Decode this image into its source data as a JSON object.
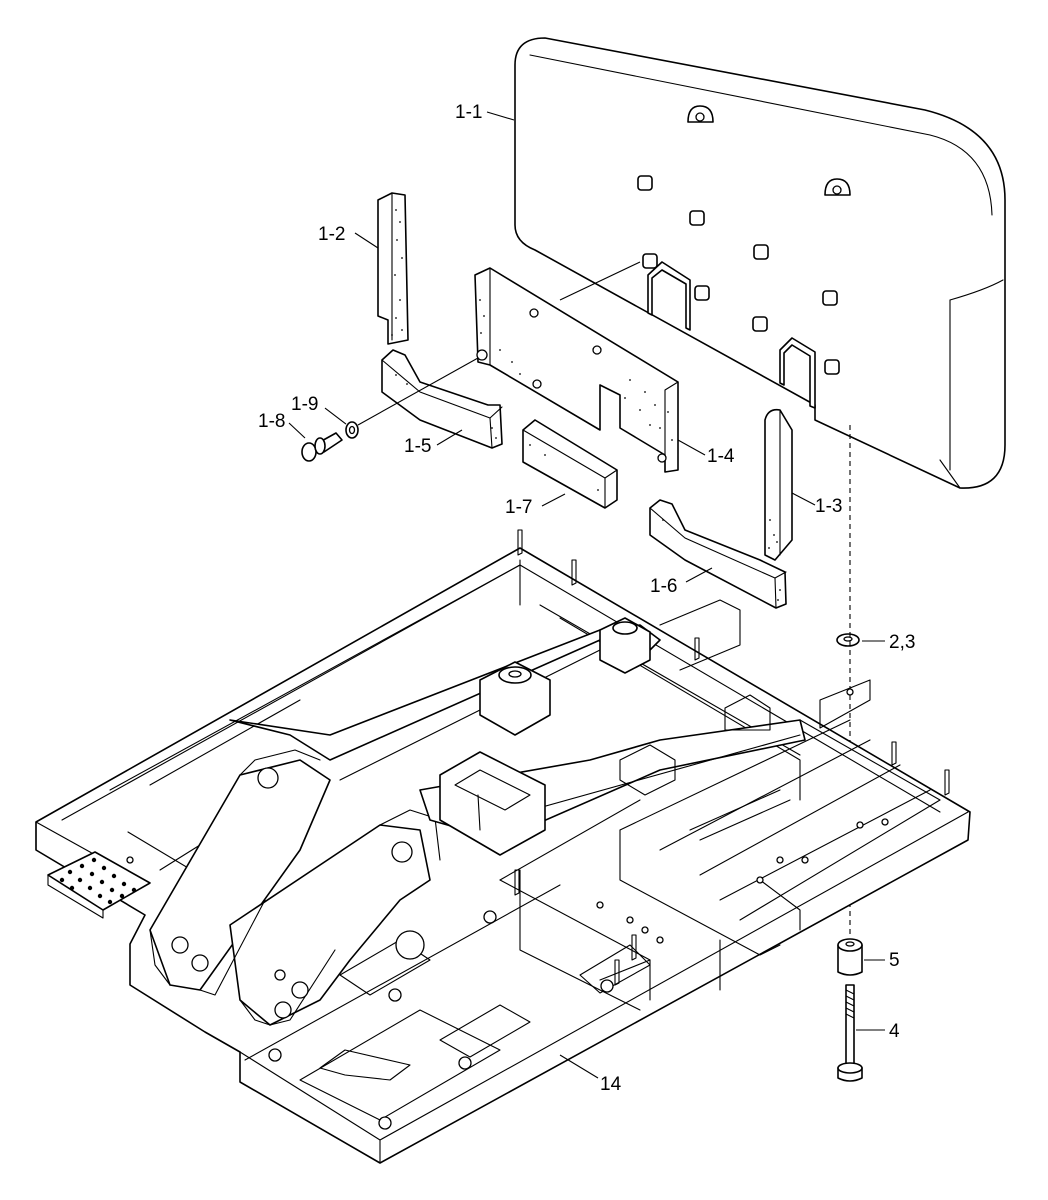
{
  "callouts": {
    "c_1_1": "1-1",
    "c_1_2": "1-2",
    "c_1_3": "1-3",
    "c_1_4": "1-4",
    "c_1_5": "1-5",
    "c_1_6": "1-6",
    "c_1_7": "1-7",
    "c_1_8": "1-8",
    "c_1_9": "1-9",
    "c_2_3": "2,3",
    "c_4": "4",
    "c_5": "5",
    "c_14": "14"
  },
  "colors": {
    "line": "#000000",
    "background": "#ffffff"
  }
}
